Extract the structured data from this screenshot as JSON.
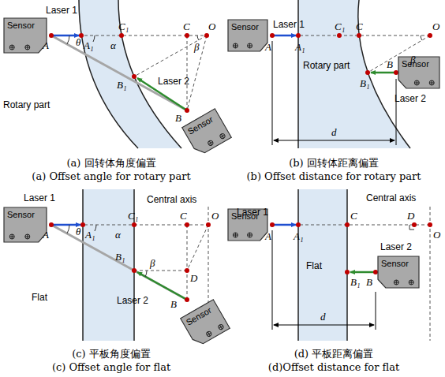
{
  "diagram": {
    "nodes": [
      {
        "text": [
          "Sensor"
        ]
      },
      {
        "text": [
          "Sensor"
        ]
      },
      {
        "text": [
          "Sensor"
        ]
      },
      {
        "text": [
          "Sensor"
        ]
      },
      {
        "text": [
          "Sensor"
        ]
      },
      {
        "text": [
          "Sensor"
        ]
      },
      {
        "text": [
          "Sensor"
        ]
      },
      {
        "text": [
          "Sensor"
        ]
      }
    ],
    "labels": [
      "Laser 1",
      "θ",
      "A",
      "A₁",
      "α",
      "C₁",
      "C",
      "β",
      "O",
      "Laser 2",
      "B₁",
      "B",
      "Rotary part",
      "(a) 回转体角度偏置",
      "(a) Offset angle for rotary part",
      "Laser 1",
      "A",
      "A₁",
      "C₁",
      "C",
      "O",
      "β",
      "Laser 2",
      "B₁",
      "B",
      "Rotary part",
      "d",
      "(b) 回转体距离偏置",
      "(b) Offset distance for rotary part",
      "Laser 1",
      "θ",
      "A",
      "A₁",
      "α",
      "C₁",
      "C",
      "Central axis",
      "O",
      "D",
      "B₁",
      "β",
      "Laser 2",
      "B",
      "Flat",
      "(c) 平板角度偏置",
      "(c) Offset angle for flat",
      "Laser 1",
      "A",
      "A₁",
      "C",
      "D",
      "Central axis",
      "O",
      "Flat",
      "Laser 2",
      "B₁",
      "B",
      "d",
      "(d) 平板距离偏置",
      "(d)Offset distance for flat"
    ]
  }
}
